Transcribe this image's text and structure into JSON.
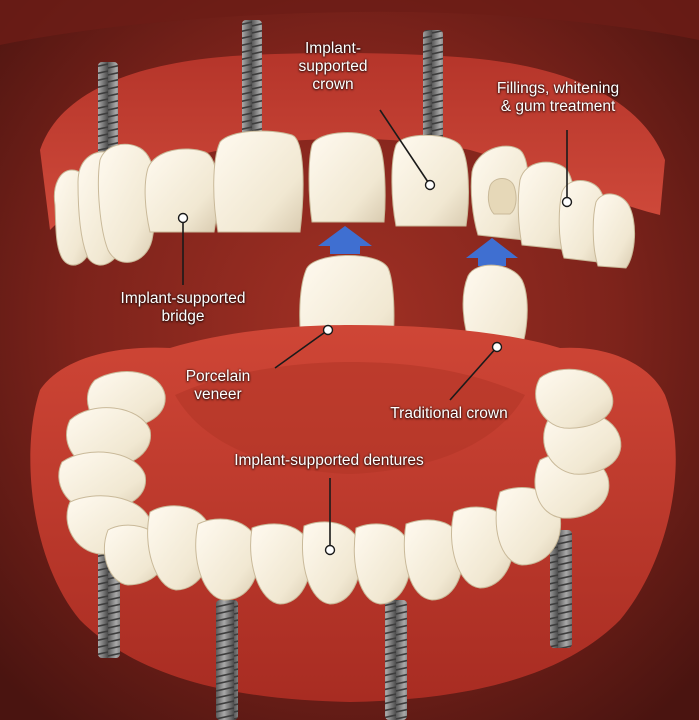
{
  "labels": {
    "implant_crown": [
      "Implant-",
      "supported",
      "crown"
    ],
    "fillings": [
      "Fillings, whitening",
      "& gum treatment"
    ],
    "implant_bridge": [
      "Implant-supported",
      "bridge"
    ],
    "porcelain_veneer": [
      "Porcelain",
      "veneer"
    ],
    "traditional_crown": [
      "Traditional crown"
    ],
    "implant_dentures": [
      "Implant-supported dentures"
    ]
  },
  "colors": {
    "background": "#5a1712",
    "gum": "#c2372c",
    "tooth": "#f3ecda",
    "arrow": "#3f6fd1",
    "label_text": "#ffffff",
    "implant_screw": "#7d7d7d"
  }
}
